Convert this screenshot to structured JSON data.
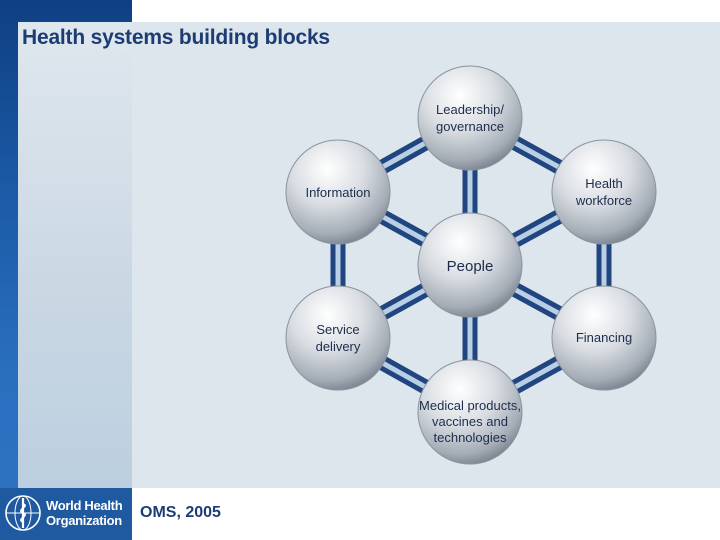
{
  "title": "Health systems building blocks",
  "source": "OMS, 2005",
  "logo": {
    "line1": "World Health",
    "line2": "Organization"
  },
  "nodes": {
    "leadership": [
      "Leadership/",
      "governance"
    ],
    "information": [
      "Information"
    ],
    "workforce": [
      "Health",
      "workforce"
    ],
    "people": [
      "People"
    ],
    "service": [
      "Service",
      "delivery"
    ],
    "financing": [
      "Financing"
    ],
    "medical": [
      "Medical products,",
      "vaccines and",
      "technologies"
    ]
  },
  "colors": {
    "accent": "#1d3c73",
    "sidebar": "#1f5aa0",
    "panel": "#dce6ec"
  }
}
